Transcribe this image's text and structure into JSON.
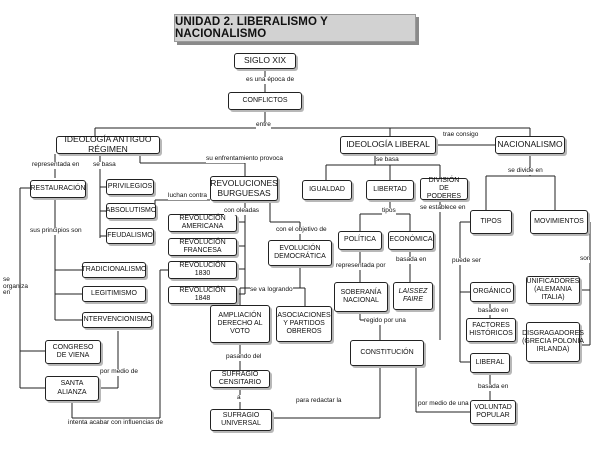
{
  "title": "UNIDAD 2. LIBERALISMO Y NACIONALISMO",
  "nodes": {
    "siglo": "SIGLO  XIX",
    "conflictos": "CONFLICTOS",
    "antiguo": "IDEOLOGÍA ANTIGUO RÉGIMEN",
    "liberal": "IDEOLOGÍA LIBERAL",
    "nacionalismo": "NACIONALISMO",
    "restauracion": "RESTAURACIÓN",
    "privilegios": "PRIVILEGIOS",
    "absolutismo": "ABSOLUTISMO",
    "feudalismo": "FEUDALISMO",
    "revburguesas": "REVOLUCIONES BURGUESAS",
    "revamericana": "REVOLUCIÓN AMERICANA",
    "revfrancesa": "REVOLUCIÓN FRANCESA",
    "rev1830": "REVOLUCIÓN 1830",
    "rev1848": "REVOLUCIÓN 1848",
    "tradicionalismo": "TRADICIONALISMO",
    "legitimismo": "LEGITIMISMO",
    "intervencionismo": "INTERVENCIONISMO",
    "congreso": "CONGRESO DE VIENA",
    "santa": "SANTA ALIANZA",
    "evolucion": "EVOLUCIÓN DEMOCRÁTICA",
    "ampliacion": "AMPLIACIÓN DERECHO AL VOTO",
    "asociaciones": "ASOCIACIONES Y PARTIDOS OBREROS",
    "censitario": "SUFRAGIO CENSITARIO",
    "universal": "SUFRAGIO UNIVERSAL",
    "igualdad": "IGUALDAD",
    "libertad": "LIBERTAD",
    "division": "DIVISIÓN DE PODERES",
    "politica": "POLÍTICA",
    "economica": "ECONÓMICA",
    "soberania": "SOBERANÍA NACIONAL",
    "laissez": "LAISSEZ FAIRE",
    "constitucion": "CONSTITUCIÓN",
    "tipos": "TIPOS",
    "movimientos": "MOVIMIENTOS",
    "organico": "ORGÁNICO",
    "factores": "FACTORES HISTÓRICOS",
    "liberaln": "LIBERAL",
    "voluntad": "VOLUNTAD POPULAR",
    "unificadores": "UNIFICADORES (ALEMANIA ITALIA)",
    "disgregadores": "DISGRAGADORES (GRECIA POLONIA IRLANDA)"
  },
  "links": {
    "epoca": "es una época de",
    "entre": "entre",
    "traeconsigo": "trae consigo",
    "representada": "representada en",
    "sebasa1": "se basa",
    "enfrentamiento": "su enfrentamiento provoca",
    "sebasa2": "se basa",
    "sedivide": "se divide en",
    "luchancontra": "luchan contra",
    "conoleadas": "con oleadas",
    "objetivo": "con el objetivo de",
    "principios": "sus principios son",
    "organiza": "se organiza en",
    "tipos": "tipos",
    "establece": "se establece en",
    "puedeser": "puede ser",
    "son": "son",
    "representadapor": "representada por",
    "basadaen1": "basada en",
    "basadoen": "basado en",
    "regido": "regido por una",
    "logrando": "se va logrando",
    "pasando": "pasando del",
    "a": "a",
    "redactar": "para redactar la",
    "mediode": "por medio de",
    "mediodeuna": "por medio de una",
    "basadaen2": "basada en",
    "intenta": "intenta acabar con influencias de"
  }
}
